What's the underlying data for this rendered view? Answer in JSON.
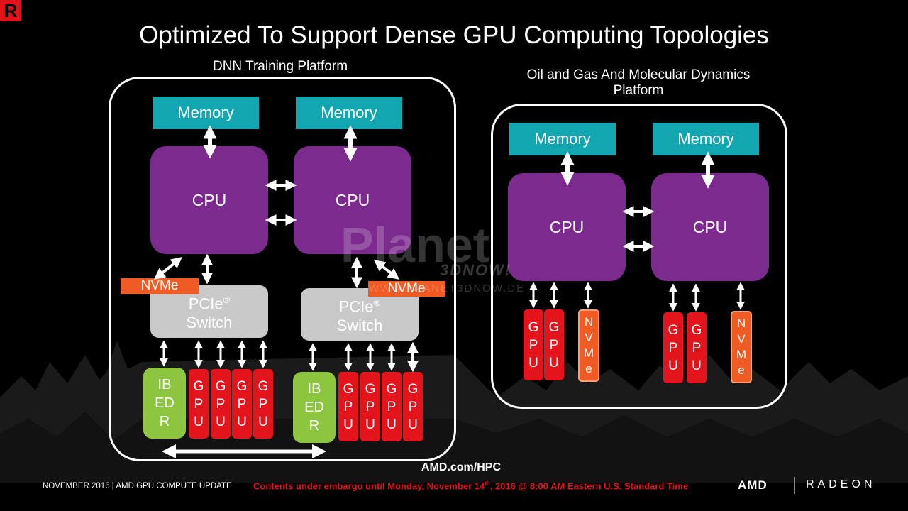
{
  "title": "Optimized To Support Dense GPU Computing Topologies",
  "left_platform": {
    "title": "DNN Training Platform",
    "memory_label": "Memory",
    "cpu_label": "CPU",
    "nvme_label": "NVMe",
    "switch_line1": "PCIe",
    "switch_reg": "®",
    "switch_line2": "Switch",
    "ibedr_lines": [
      "IB",
      "ED",
      "R"
    ],
    "gpu_letters": [
      "G",
      "P",
      "U"
    ]
  },
  "right_platform": {
    "title_line1": "Oil and Gas And Molecular Dynamics",
    "title_line2": "Platform",
    "memory_label": "Memory",
    "cpu_label": "CPU",
    "gpu_letters": [
      "G",
      "P",
      "U"
    ],
    "nvme_letters": [
      "N",
      "V",
      "M",
      "e"
    ]
  },
  "watermark": {
    "main": "Planet",
    "sub": "3DNOW!",
    "url": "WWW.PLANET3DNOW.DE"
  },
  "footer": {
    "url": "AMD.com/HPC",
    "date_line": "NOVEMBER 2016  |  AMD GPU COMPUTE UPDATE",
    "embargo_pre": "Contents under embargo until Monday, November 14",
    "embargo_sup": "th",
    "embargo_post": ", 2016 @ 8:00 AM Eastern U.S. Standard Time",
    "amd": "AMD",
    "radeon": "RADEON"
  },
  "logo": "R",
  "colors": {
    "memory": "#11a6b0",
    "cpu": "#7b2a8e",
    "gpu": "#e3141c",
    "nvme": "#f05a23",
    "ibedr": "#8cc63f",
    "switch": "#c9c9c9"
  }
}
